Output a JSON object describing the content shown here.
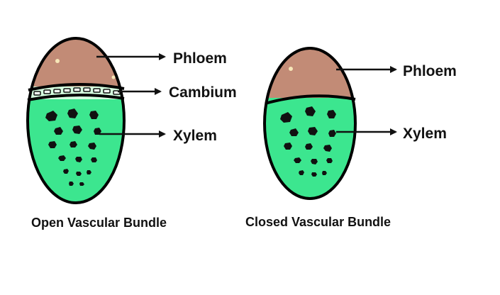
{
  "colors": {
    "phloem": "#c28b76",
    "xylem": "#3ce68f",
    "cambium": "#d6ffe0",
    "outline": "#000000",
    "xylem_vessel": "#111111",
    "phloem_highlight": "#f7e7b8"
  },
  "open_bundle": {
    "caption": "Open Vascular Bundle",
    "labels": {
      "phloem": "Phloem",
      "cambium": "Cambium",
      "xylem": "Xylem"
    }
  },
  "closed_bundle": {
    "caption": "Closed Vascular Bundle",
    "labels": {
      "phloem": "Phloem",
      "xylem": "Xylem"
    }
  }
}
